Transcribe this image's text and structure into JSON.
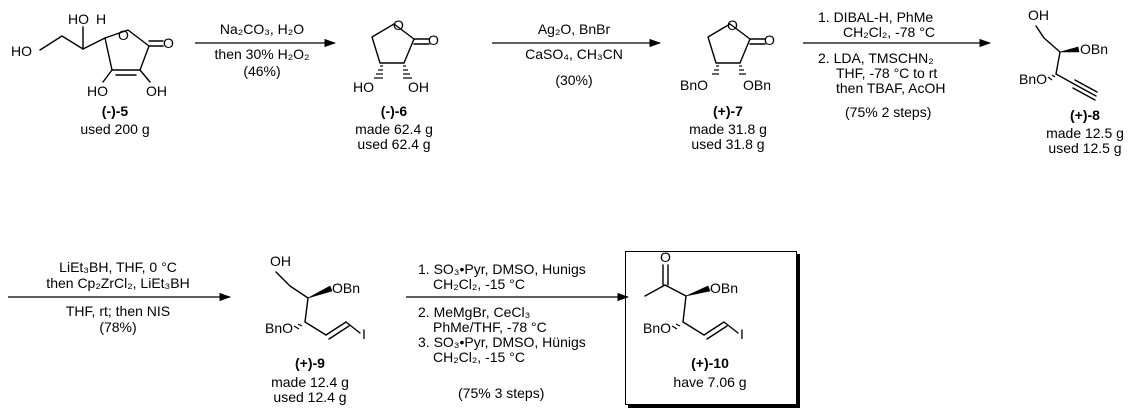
{
  "compounds": {
    "c5": {
      "id": "(-)-5",
      "qty1": "used 200 g",
      "qty2": ""
    },
    "c6": {
      "id": "(-)-6",
      "qty1": "made 62.4 g",
      "qty2": "used  62.4 g"
    },
    "c7": {
      "id": "(+)-7",
      "qty1": "made 31.8 g",
      "qty2": "used  31.8 g"
    },
    "c8": {
      "id": "(+)-8",
      "qty1": "made 12.5 g",
      "qty2": "used  12.5 g"
    },
    "c9": {
      "id": "(+)-9",
      "qty1": "made 12.4 g",
      "qty2": "used  12.4 g"
    },
    "c10": {
      "id": "(+)-10",
      "qty1": "have 7.06 g",
      "qty2": ""
    }
  },
  "atoms": {
    "HO": "HO",
    "H": "H",
    "O": "O",
    "OH": "OH",
    "OBn": "OBn",
    "BnO": "BnO",
    "I": "I"
  },
  "steps": {
    "s1": {
      "line1": "Na₂CO₃, H₂O",
      "line2": "then 30% H₂O₂",
      "yield": "(46%)"
    },
    "s2": {
      "line1": "Ag₂O, BnBr",
      "line2": "CaSO₄, CH₃CN",
      "yield": "(30%)"
    },
    "s3": {
      "a1": "1. DIBAL-H, PhMe",
      "a2": "CH₂Cl₂, -78 °C",
      "b1": "2. LDA, TMSCHN₂",
      "b2": "THF, -78 °C to rt",
      "b3": "then TBAF, AcOH",
      "yield": "(75% 2 steps)"
    },
    "s4": {
      "line1": "LiEt₃BH, THF, 0 °C",
      "line2": "then Cp₂ZrCl₂, LiEt₃BH",
      "line3": "THF, rt; then NIS",
      "yield": "(78%)"
    },
    "s5": {
      "a1": "1. SO₃•Pyr, DMSO, Hunigs",
      "a2": "CH₂Cl₂, -15 °C",
      "b1": "2. MeMgBr, CeCl₃",
      "b2": "PhMe/THF, -78 °C",
      "c1": "3. SO₃•Pyr, DMSO, Hünigs",
      "c2": "CH₂Cl₂,  -15 °C",
      "yield": "(75% 3 steps)"
    }
  }
}
